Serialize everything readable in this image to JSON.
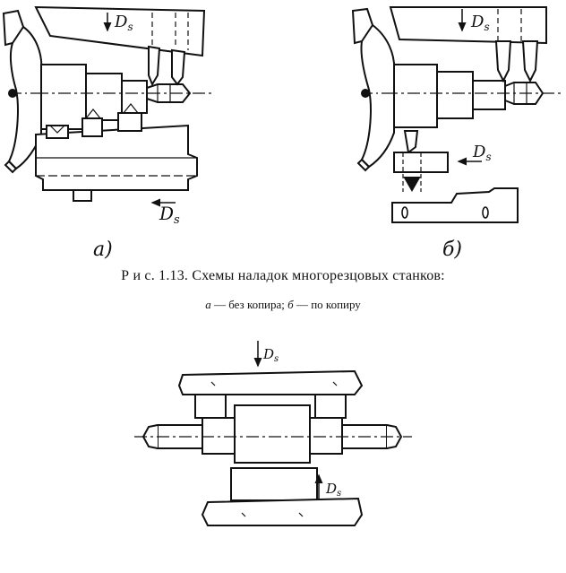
{
  "figure": {
    "panel_a_label": "а)",
    "panel_b_label": "б)",
    "feed_symbol": "D",
    "feed_subscript": "s",
    "caption_title": "Р и с. 1.13. Схемы наладок многорезцовых станков:",
    "caption_a_letter": "а",
    "caption_a_text": " — без копира; ",
    "caption_b_letter": "б",
    "caption_b_text": " — по копиру"
  }
}
